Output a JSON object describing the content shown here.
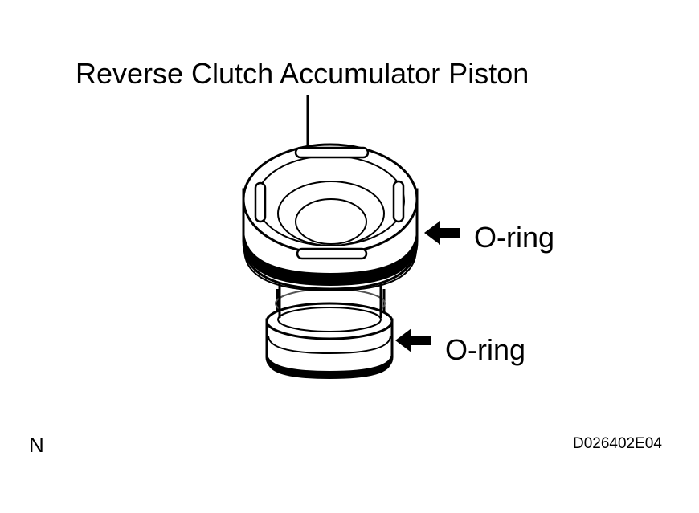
{
  "diagram": {
    "title": "Reverse Clutch Accumulator Piston",
    "callouts": [
      "O-ring",
      "O-ring"
    ],
    "corner_letter": "N",
    "figure_code": "D026402E04"
  }
}
